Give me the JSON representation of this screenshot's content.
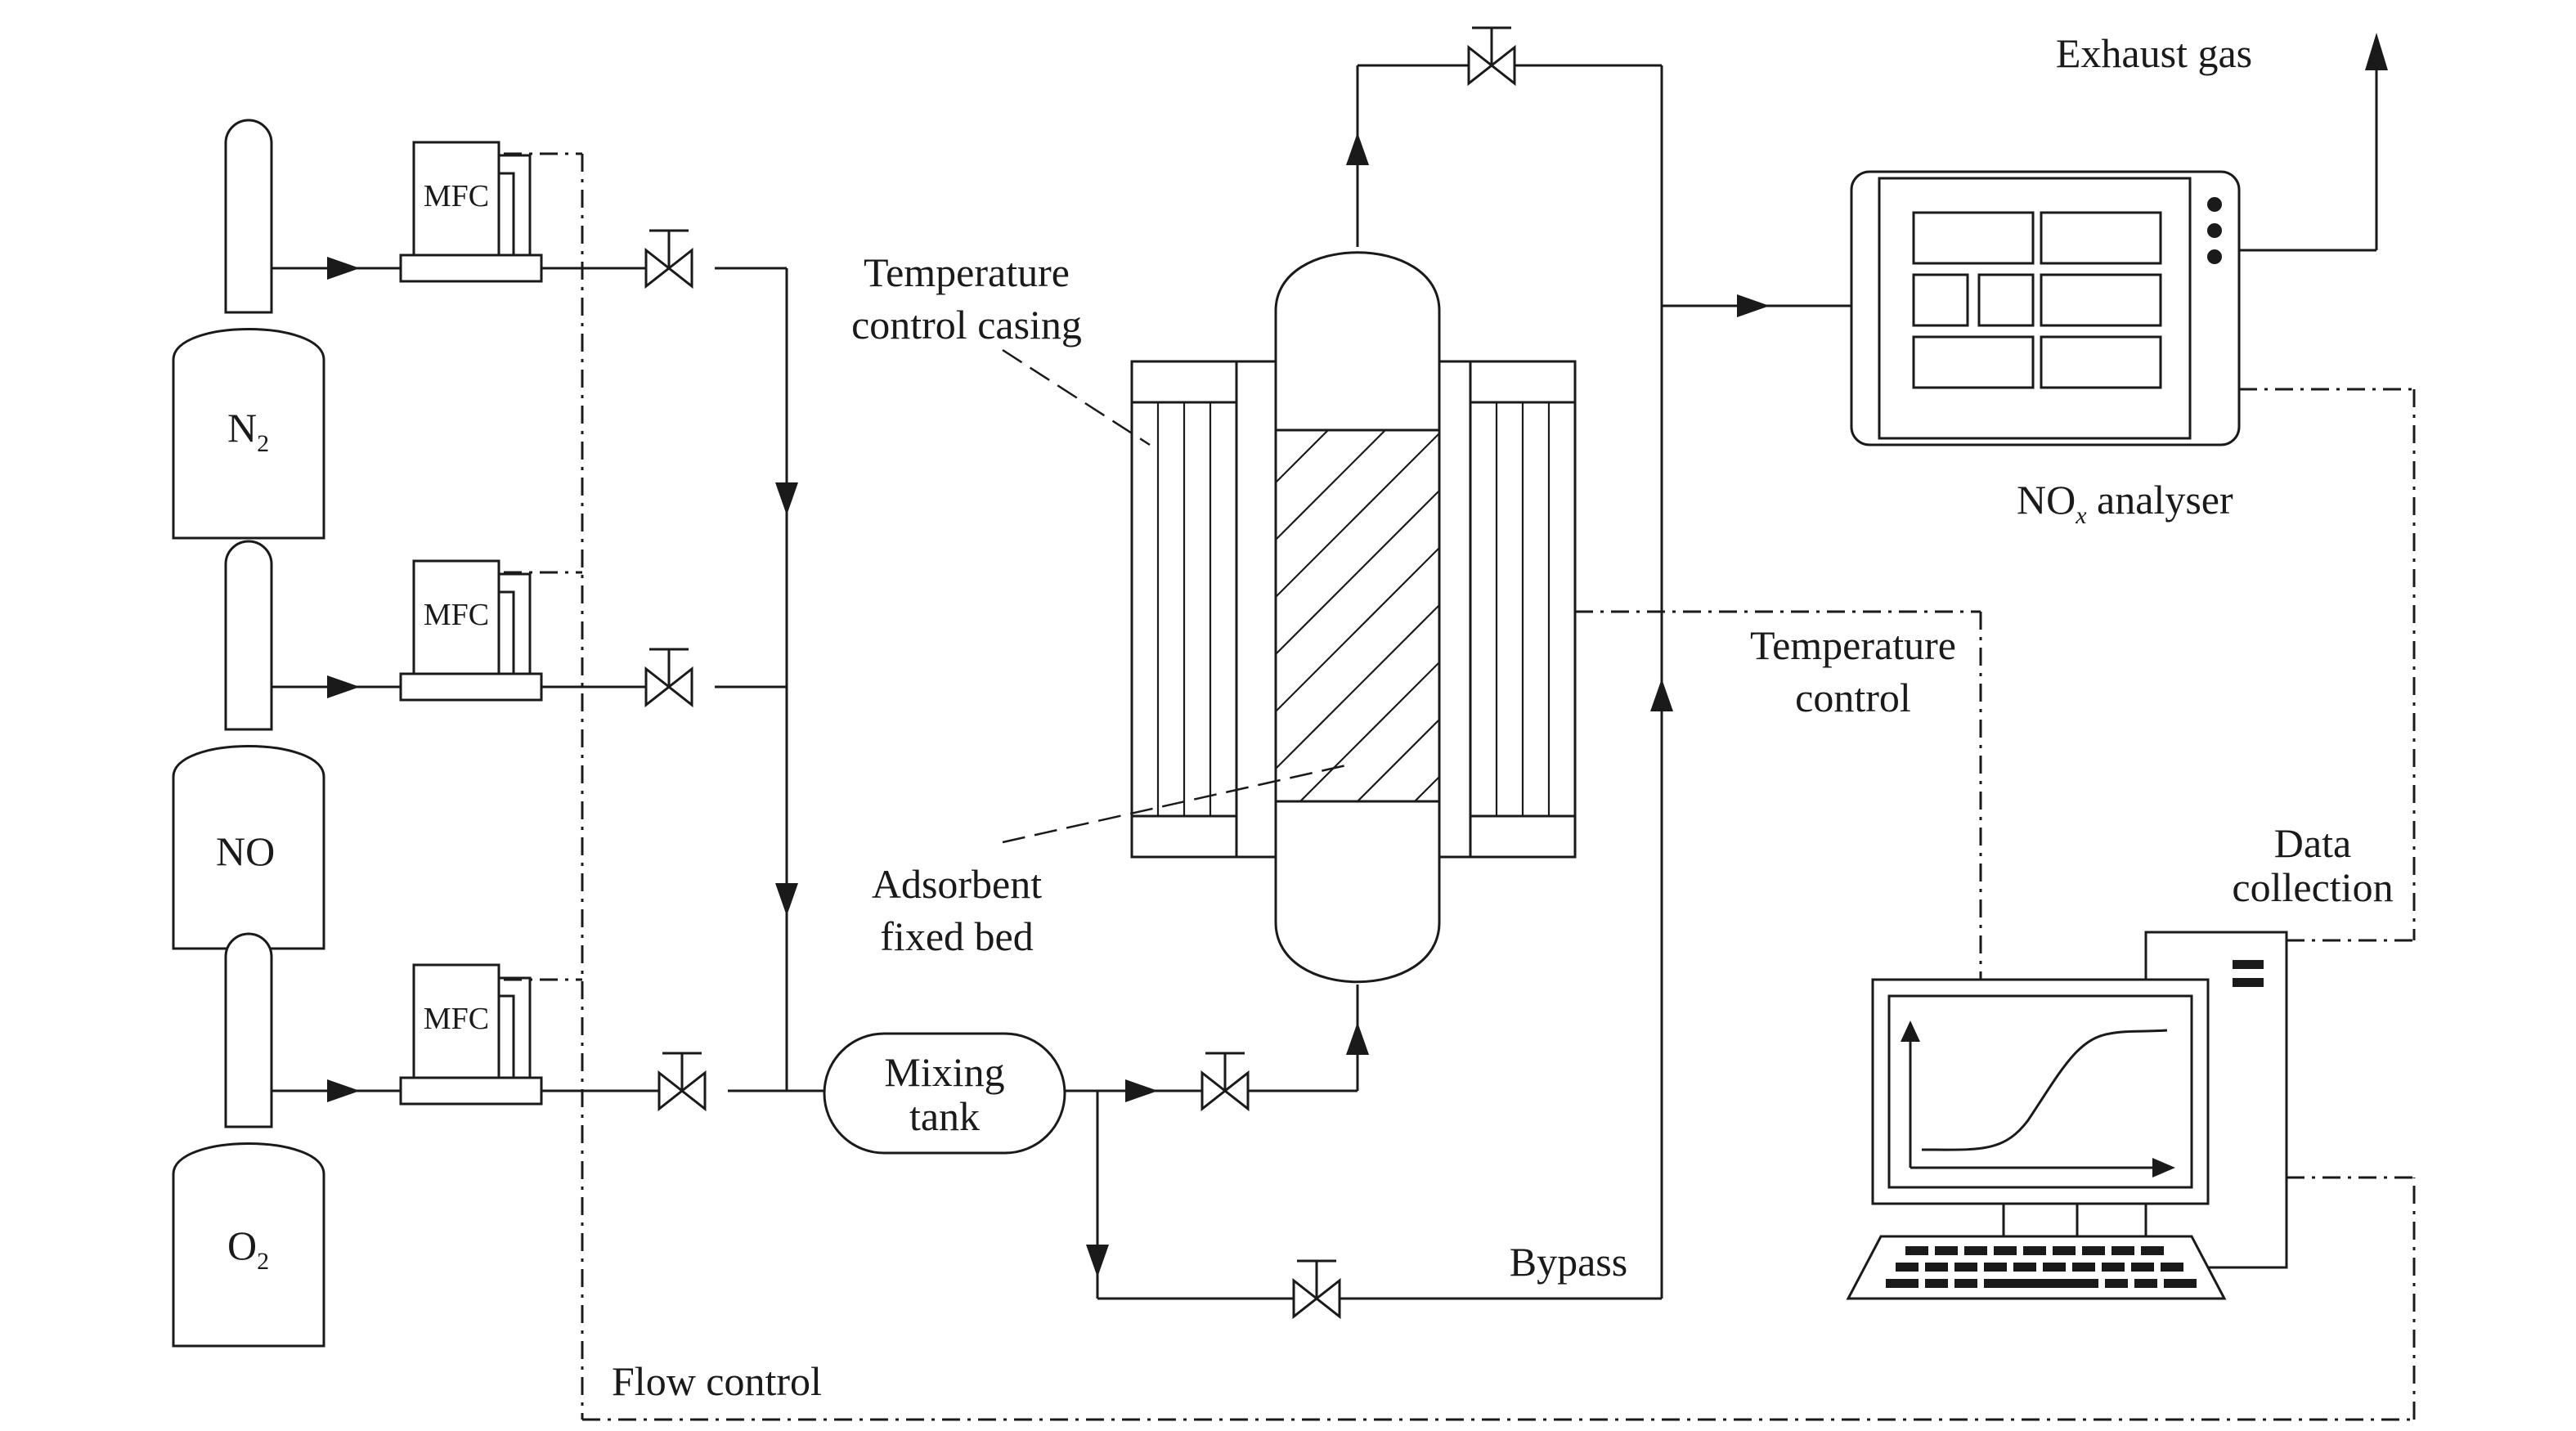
{
  "cylinders": [
    {
      "id": "n2",
      "formula": "N",
      "subscript": "2"
    },
    {
      "id": "no",
      "formula": "NO",
      "subscript": ""
    },
    {
      "id": "o2",
      "formula": "O",
      "subscript": "2"
    }
  ],
  "mfc_label": "MFC",
  "mixing_tank": {
    "line1": "Mixing",
    "line2": "tank"
  },
  "labels": {
    "casing_line1": "Temperature",
    "casing_line2": "control casing",
    "bed_line1": "Adsorbent",
    "bed_line2": "fixed bed",
    "exhaust": "Exhaust gas",
    "analyser_main": "NO",
    "analyser_sub": "x",
    "analyser_rest": " analyser",
    "temp_ctrl_line1": "Temperature",
    "temp_ctrl_line2": "control",
    "data_line1": "Data",
    "data_line2": "collection",
    "bypass": "Bypass",
    "flow_control": "Flow control"
  }
}
